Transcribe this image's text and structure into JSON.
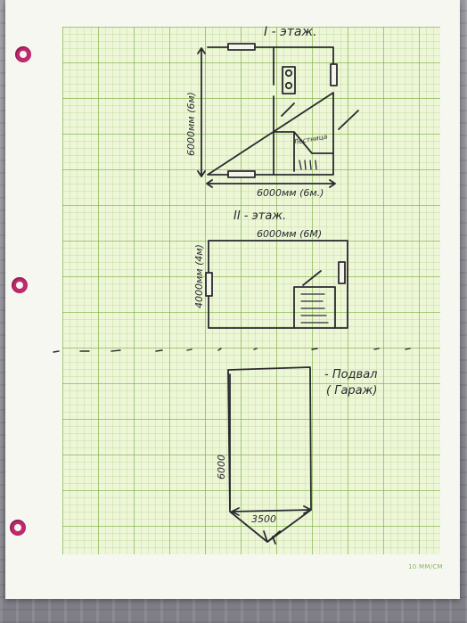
{
  "floor1": {
    "title": "I - этаж.",
    "height_label": "6000мм (6м)",
    "width_label": "6000мм (6м.)",
    "stairs_label": "Лестница"
  },
  "floor2": {
    "title": "II - этаж.",
    "width_label": "6000мм (6М)",
    "height_label": "4000мм (4м)"
  },
  "basement": {
    "title": "- Подвал",
    "subtitle": "( Гараж)",
    "height_label": "6000",
    "width_label": "3500"
  },
  "paper": {
    "scale_label": "10 ММ/CM",
    "hole_color": "#c2286e",
    "grid_color": "#78aa3c"
  }
}
